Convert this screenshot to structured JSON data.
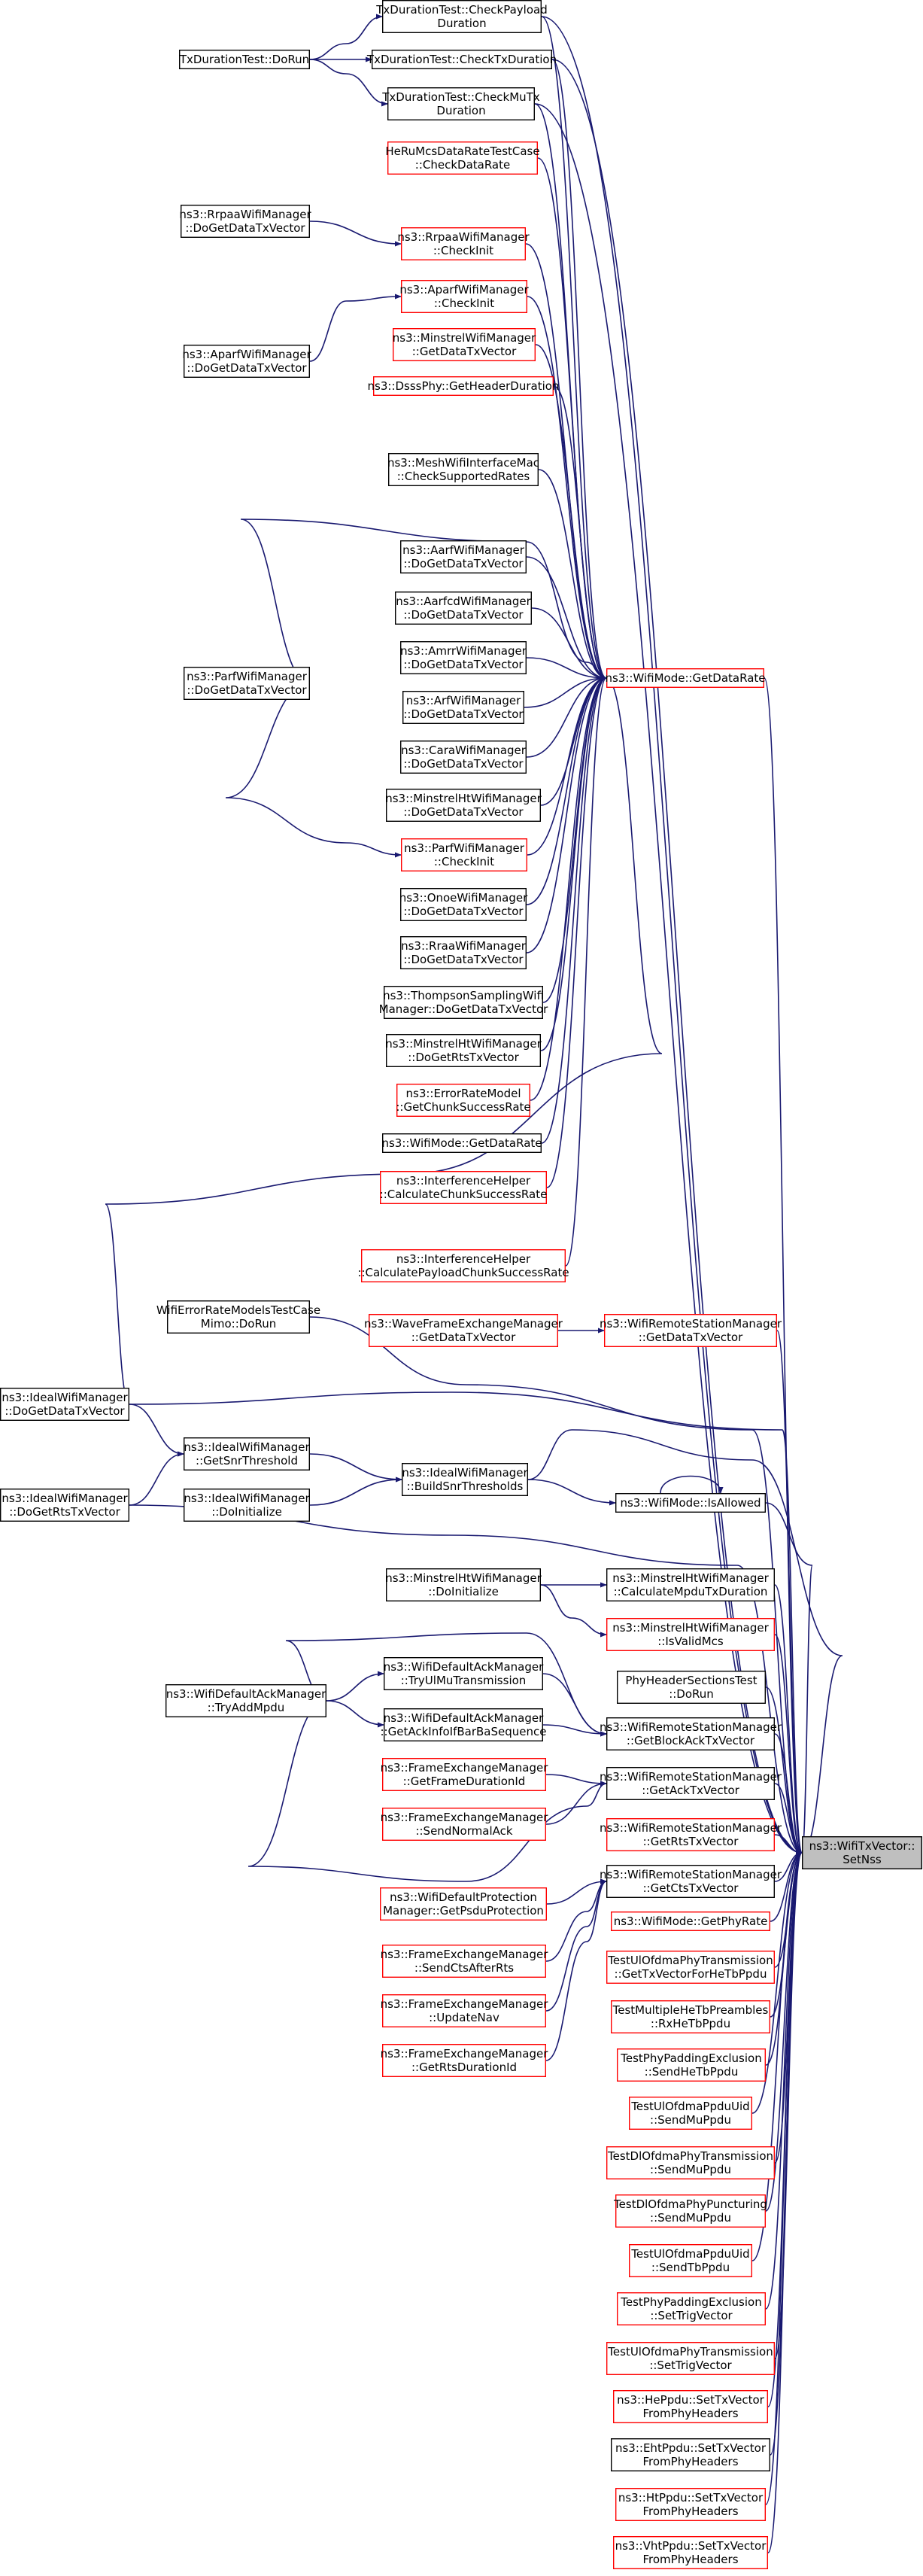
{
  "colors": {
    "edge": "#191970",
    "black_border": "#000000",
    "red_border": "#ff0000",
    "focus_fill": "#bfbfbf",
    "box_fill": "#ffffff"
  },
  "nodes": [
    {
      "id": "n1",
      "lines": [
        "TxDurationTest::CheckPayload",
        "Duration"
      ],
      "border": "black"
    },
    {
      "id": "n2",
      "lines": [
        "TxDurationTest::DoRun"
      ],
      "border": "black"
    },
    {
      "id": "n3",
      "lines": [
        "TxDurationTest::CheckTxDuration"
      ],
      "border": "black"
    },
    {
      "id": "n4",
      "lines": [
        "TxDurationTest::CheckMuTx",
        "Duration"
      ],
      "border": "black"
    },
    {
      "id": "n5",
      "lines": [
        "HeRuMcsDataRateTestCase",
        "::CheckDataRate"
      ],
      "border": "red"
    },
    {
      "id": "n6",
      "lines": [
        "ns3::RrpaaWifiManager",
        "::DoGetDataTxVector"
      ],
      "border": "black"
    },
    {
      "id": "n7",
      "lines": [
        "ns3::RrpaaWifiManager",
        "::CheckInit"
      ],
      "border": "red"
    },
    {
      "id": "n8",
      "lines": [
        "ns3::AparfWifiManager",
        "::CheckInit"
      ],
      "border": "red"
    },
    {
      "id": "n9",
      "lines": [
        "ns3::AparfWifiManager",
        "::DoGetDataTxVector"
      ],
      "border": "black"
    },
    {
      "id": "n10",
      "lines": [
        "ns3::MinstrelWifiManager",
        "::GetDataTxVector"
      ],
      "border": "red"
    },
    {
      "id": "n11",
      "lines": [
        "ns3::DsssPhy::GetHeaderDuration"
      ],
      "border": "red"
    },
    {
      "id": "n12",
      "lines": [
        "ns3::MeshWifiInterfaceMac",
        "::CheckSupportedRates"
      ],
      "border": "black"
    },
    {
      "id": "n13",
      "lines": [
        "ns3::AarfWifiManager",
        "::DoGetDataTxVector"
      ],
      "border": "black"
    },
    {
      "id": "n14",
      "lines": [
        "ns3::AarfcdWifiManager",
        "::DoGetDataTxVector"
      ],
      "border": "black"
    },
    {
      "id": "n15",
      "lines": [
        "ns3::ParfWifiManager",
        "::DoGetDataTxVector"
      ],
      "border": "black"
    },
    {
      "id": "n16",
      "lines": [
        "ns3::AmrrWifiManager",
        "::DoGetDataTxVector"
      ],
      "border": "black"
    },
    {
      "id": "n17",
      "lines": [
        "ns3::WifiMode::GetDataRate"
      ],
      "border": "red"
    },
    {
      "id": "n18",
      "lines": [
        "ns3::ArfWifiManager",
        "::DoGetDataTxVector"
      ],
      "border": "black"
    },
    {
      "id": "n19",
      "lines": [
        "ns3::CaraWifiManager",
        "::DoGetDataTxVector"
      ],
      "border": "black"
    },
    {
      "id": "n20",
      "lines": [
        "ns3::MinstrelHtWifiManager",
        "::DoGetDataTxVector"
      ],
      "border": "black"
    },
    {
      "id": "n21",
      "lines": [
        "ns3::ParfWifiManager",
        "::CheckInit"
      ],
      "border": "red"
    },
    {
      "id": "n22",
      "lines": [
        "ns3::OnoeWifiManager",
        "::DoGetDataTxVector"
      ],
      "border": "black"
    },
    {
      "id": "n23",
      "lines": [
        "ns3::RraaWifiManager",
        "::DoGetDataTxVector"
      ],
      "border": "black"
    },
    {
      "id": "n24",
      "lines": [
        "ns3::ThompsonSamplingWifi",
        "Manager::DoGetDataTxVector"
      ],
      "border": "black"
    },
    {
      "id": "n25",
      "lines": [
        "ns3::MinstrelHtWifiManager",
        "::DoGetRtsTxVector"
      ],
      "border": "black"
    },
    {
      "id": "n26",
      "lines": [
        "ns3::ErrorRateModel",
        "::GetChunkSuccessRate"
      ],
      "border": "red"
    },
    {
      "id": "n27",
      "lines": [
        "ns3::WifiMode::GetDataRate"
      ],
      "border": "black"
    },
    {
      "id": "n28",
      "lines": [
        "ns3::InterferenceHelper",
        "::CalculateChunkSuccessRate"
      ],
      "border": "red"
    },
    {
      "id": "n29",
      "lines": [
        "ns3::InterferenceHelper",
        "::CalculatePayloadChunkSuccessRate"
      ],
      "border": "red"
    },
    {
      "id": "n30",
      "lines": [
        "WifiErrorRateModelsTestCase",
        "Mimo::DoRun"
      ],
      "border": "black"
    },
    {
      "id": "n31",
      "lines": [
        "ns3::WaveFrameExchangeManager",
        "::GetDataTxVector"
      ],
      "border": "red"
    },
    {
      "id": "n32",
      "lines": [
        "ns3::WifiRemoteStationManager",
        "::GetDataTxVector"
      ],
      "border": "red"
    },
    {
      "id": "n33",
      "lines": [
        "ns3::IdealWifiManager",
        "::DoGetDataTxVector"
      ],
      "border": "black"
    },
    {
      "id": "n34",
      "lines": [
        "ns3::IdealWifiManager",
        "::GetSnrThreshold"
      ],
      "border": "black"
    },
    {
      "id": "n35",
      "lines": [
        "ns3::IdealWifiManager",
        "::BuildSnrThresholds"
      ],
      "border": "black"
    },
    {
      "id": "n36",
      "lines": [
        "ns3::IdealWifiManager",
        "::DoGetRtsTxVector"
      ],
      "border": "black"
    },
    {
      "id": "n37",
      "lines": [
        "ns3::IdealWifiManager",
        "::DoInitialize"
      ],
      "border": "black"
    },
    {
      "id": "n38",
      "lines": [
        "ns3::WifiMode::IsAllowed"
      ],
      "border": "black"
    },
    {
      "id": "n39",
      "lines": [
        "ns3::MinstrelHtWifiManager",
        "::DoInitialize"
      ],
      "border": "black"
    },
    {
      "id": "n40",
      "lines": [
        "ns3::MinstrelHtWifiManager",
        "::CalculateMpduTxDuration"
      ],
      "border": "black"
    },
    {
      "id": "n41",
      "lines": [
        "ns3::MinstrelHtWifiManager",
        "::IsValidMcs"
      ],
      "border": "red"
    },
    {
      "id": "n42",
      "lines": [
        "PhyHeaderSectionsTest",
        "::DoRun"
      ],
      "border": "black"
    },
    {
      "id": "n43",
      "lines": [
        "ns3::WifiDefaultAckManager",
        "::TryUlMuTransmission"
      ],
      "border": "black"
    },
    {
      "id": "n44",
      "lines": [
        "ns3::WifiDefaultAckManager",
        "::TryAddMpdu"
      ],
      "border": "black"
    },
    {
      "id": "n45",
      "lines": [
        "ns3::WifiDefaultAckManager",
        "::GetAckInfoIfBarBaSequence"
      ],
      "border": "black"
    },
    {
      "id": "n46",
      "lines": [
        "ns3::WifiRemoteStationManager",
        "::GetBlockAckTxVector"
      ],
      "border": "black"
    },
    {
      "id": "n47",
      "lines": [
        "ns3::FrameExchangeManager",
        "::GetFrameDurationId"
      ],
      "border": "red"
    },
    {
      "id": "n48",
      "lines": [
        "ns3::WifiRemoteStationManager",
        "::GetAckTxVector"
      ],
      "border": "black"
    },
    {
      "id": "n49",
      "lines": [
        "ns3::FrameExchangeManager",
        "::SendNormalAck"
      ],
      "border": "red"
    },
    {
      "id": "n50",
      "lines": [
        "ns3::WifiRemoteStationManager",
        "::GetRtsTxVector"
      ],
      "border": "red"
    },
    {
      "id": "n51",
      "lines": [
        "ns3::WifiTxVector::",
        "SetNss"
      ],
      "border": "black",
      "focus": true
    },
    {
      "id": "n52",
      "lines": [
        "ns3::WifiRemoteStationManager",
        "::GetCtsTxVector"
      ],
      "border": "black"
    },
    {
      "id": "n53",
      "lines": [
        "ns3::WifiDefaultProtection",
        "Manager::GetPsduProtection"
      ],
      "border": "red"
    },
    {
      "id": "n54",
      "lines": [
        "ns3::WifiMode::GetPhyRate"
      ],
      "border": "red"
    },
    {
      "id": "n55",
      "lines": [
        "ns3::FrameExchangeManager",
        "::SendCtsAfterRts"
      ],
      "border": "red"
    },
    {
      "id": "n56",
      "lines": [
        "TestUlOfdmaPhyTransmission",
        "::GetTxVectorForHeTbPpdu"
      ],
      "border": "red"
    },
    {
      "id": "n57",
      "lines": [
        "ns3::FrameExchangeManager",
        "::UpdateNav"
      ],
      "border": "red"
    },
    {
      "id": "n58",
      "lines": [
        "TestMultipleHeTbPreambles",
        "::RxHeTbPpdu"
      ],
      "border": "red"
    },
    {
      "id": "n59",
      "lines": [
        "ns3::FrameExchangeManager",
        "::GetRtsDurationId"
      ],
      "border": "red"
    },
    {
      "id": "n60",
      "lines": [
        "TestPhyPaddingExclusion",
        "::SendHeTbPpdu"
      ],
      "border": "red"
    },
    {
      "id": "n61",
      "lines": [
        "TestUlOfdmaPpduUid",
        "::SendMuPpdu"
      ],
      "border": "red"
    },
    {
      "id": "n62",
      "lines": [
        "TestDlOfdmaPhyTransmission",
        "::SendMuPpdu"
      ],
      "border": "red"
    },
    {
      "id": "n63",
      "lines": [
        "TestDlOfdmaPhyPuncturing",
        "::SendMuPpdu"
      ],
      "border": "red"
    },
    {
      "id": "n64",
      "lines": [
        "TestUlOfdmaPpduUid",
        "::SendTbPpdu"
      ],
      "border": "red"
    },
    {
      "id": "n65",
      "lines": [
        "TestPhyPaddingExclusion",
        "::SetTrigVector"
      ],
      "border": "red"
    },
    {
      "id": "n66",
      "lines": [
        "TestUlOfdmaPhyTransmission",
        "::SetTrigVector"
      ],
      "border": "red"
    },
    {
      "id": "n67",
      "lines": [
        "ns3::HePpdu::SetTxVector",
        "FromPhyHeaders"
      ],
      "border": "red"
    },
    {
      "id": "n68",
      "lines": [
        "ns3::EhtPpdu::SetTxVector",
        "FromPhyHeaders"
      ],
      "border": "black"
    },
    {
      "id": "n69",
      "lines": [
        "ns3::HtPpdu::SetTxVector",
        "FromPhyHeaders"
      ],
      "border": "red"
    },
    {
      "id": "n70",
      "lines": [
        "ns3::VhtPpdu::SetTxVector",
        "FromPhyHeaders"
      ],
      "border": "red"
    }
  ]
}
